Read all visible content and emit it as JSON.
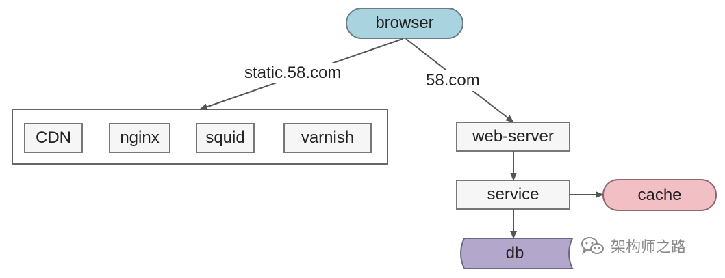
{
  "nodes": {
    "browser": "browser",
    "cdn": "CDN",
    "nginx": "nginx",
    "squid": "squid",
    "varnish": "varnish",
    "web_server": "web-server",
    "service": "service",
    "cache": "cache",
    "db": "db"
  },
  "edges": {
    "static_label": "static.58.com",
    "dynamic_label": "58.com"
  },
  "watermark": {
    "text": "架构师之路",
    "icon": "wechat-icon"
  },
  "colors": {
    "browser_fill": "#a9d4df",
    "cache_fill": "#f2bfc4",
    "db_fill": "#b3a8cc",
    "box_fill": "#f6f6f6",
    "line": "#555555"
  }
}
